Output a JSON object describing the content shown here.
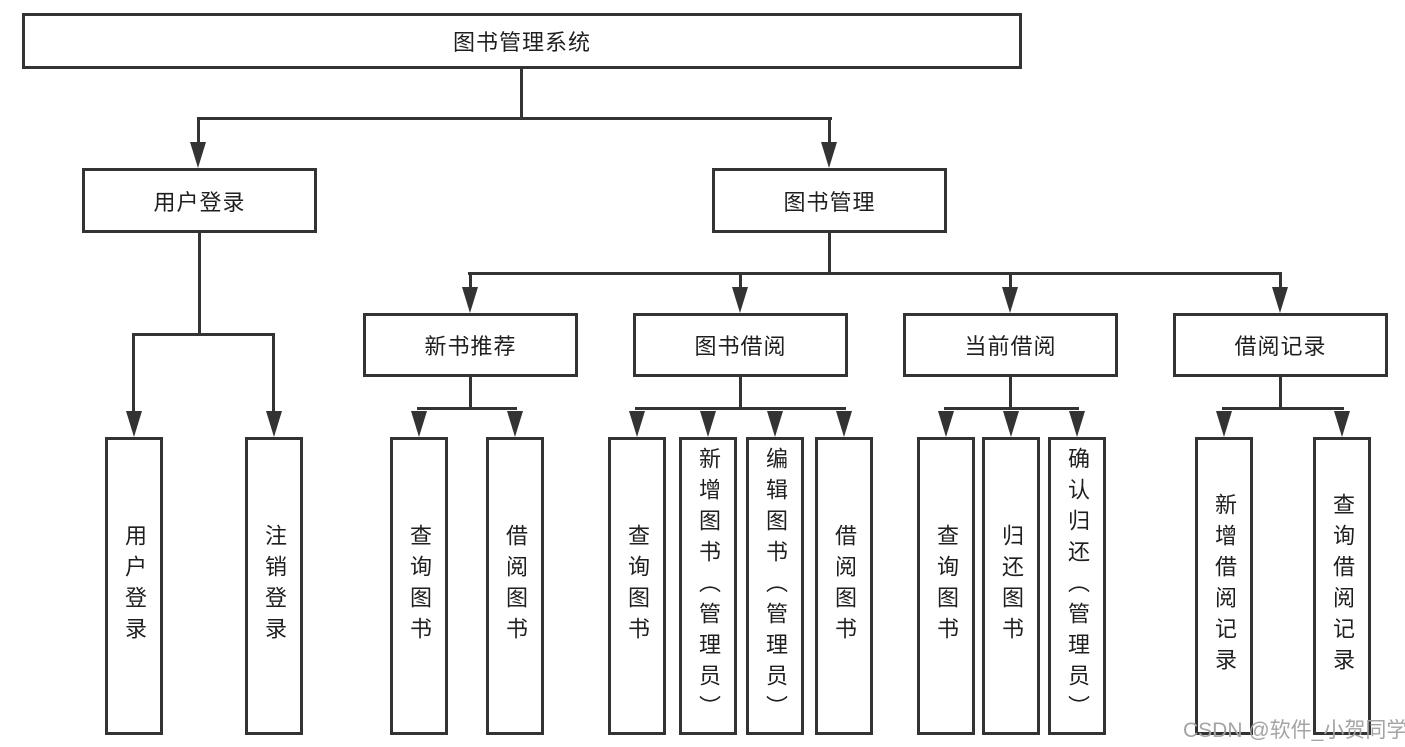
{
  "diagram": {
    "root": {
      "label": "图书管理系统"
    },
    "user_branch": {
      "label": "用户登录",
      "leaves": [
        {
          "label": "用户登录"
        },
        {
          "label": "注销登录"
        }
      ]
    },
    "mgmt_branch": {
      "label": "图书管理",
      "sections": [
        {
          "label": "新书推荐",
          "leaves": [
            {
              "label": "查询图书"
            },
            {
              "label": "借阅图书"
            }
          ]
        },
        {
          "label": "图书借阅",
          "leaves": [
            {
              "label": "查询图书"
            },
            {
              "label": "新增图书（管理员）"
            },
            {
              "label": "编辑图书（管理员）"
            },
            {
              "label": "借阅图书"
            }
          ]
        },
        {
          "label": "当前借阅",
          "leaves": [
            {
              "label": "查询图书"
            },
            {
              "label": "归还图书"
            },
            {
              "label": "确认归还（管理员）"
            }
          ]
        },
        {
          "label": "借阅记录",
          "leaves": [
            {
              "label": "新增借阅记录"
            },
            {
              "label": "查询借阅记录"
            }
          ]
        }
      ]
    }
  },
  "watermark": {
    "text": "CSDN @软件_小贺同学"
  },
  "colors": {
    "line": "#333333",
    "text": "#1f1f1f",
    "background": "#ffffff",
    "watermark": "#a4a4a6"
  }
}
